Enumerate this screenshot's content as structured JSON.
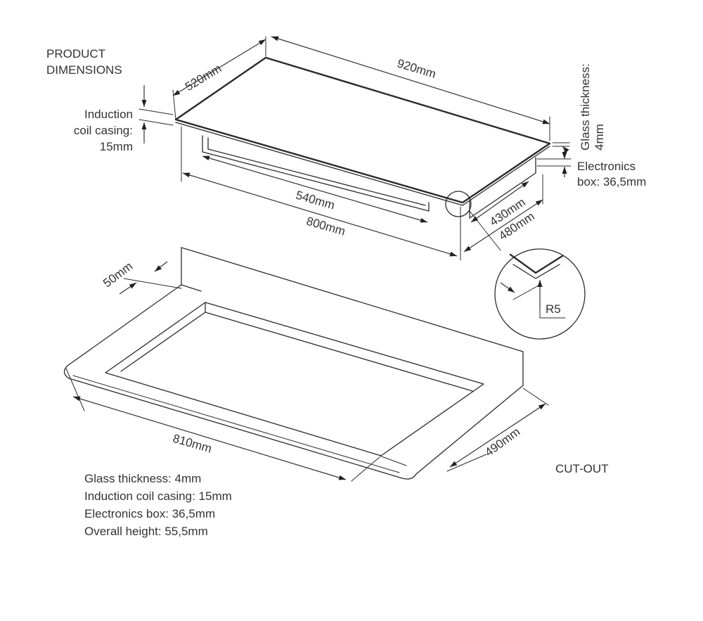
{
  "section_titles": {
    "product_line1": "PRODUCT",
    "product_line2": "DIMENSIONS",
    "cutout": "CUT-OUT"
  },
  "product_dims": {
    "depth": "520mm",
    "width": "920mm",
    "casing_width": "540mm",
    "base_width": "800mm",
    "casing_depth": "430mm",
    "base_depth": "480mm"
  },
  "callouts": {
    "coil_line1": "Induction",
    "coil_line2": "coil casing:",
    "coil_line3": "15mm",
    "glass_line1": "Glass thickness:",
    "glass_line2": "4mm",
    "elec_line1": "Electronics",
    "elec_line2": "box: 36,5mm",
    "radius": "R5"
  },
  "cutout_dims": {
    "margin": "50mm",
    "width": "810mm",
    "depth": "490mm"
  },
  "specs": {
    "glass": "Glass thickness: 4mm",
    "coil": "Induction coil casing: 15mm",
    "electronics": "Electronics box: 36,5mm",
    "overall": "Overall height: 55,5mm"
  }
}
